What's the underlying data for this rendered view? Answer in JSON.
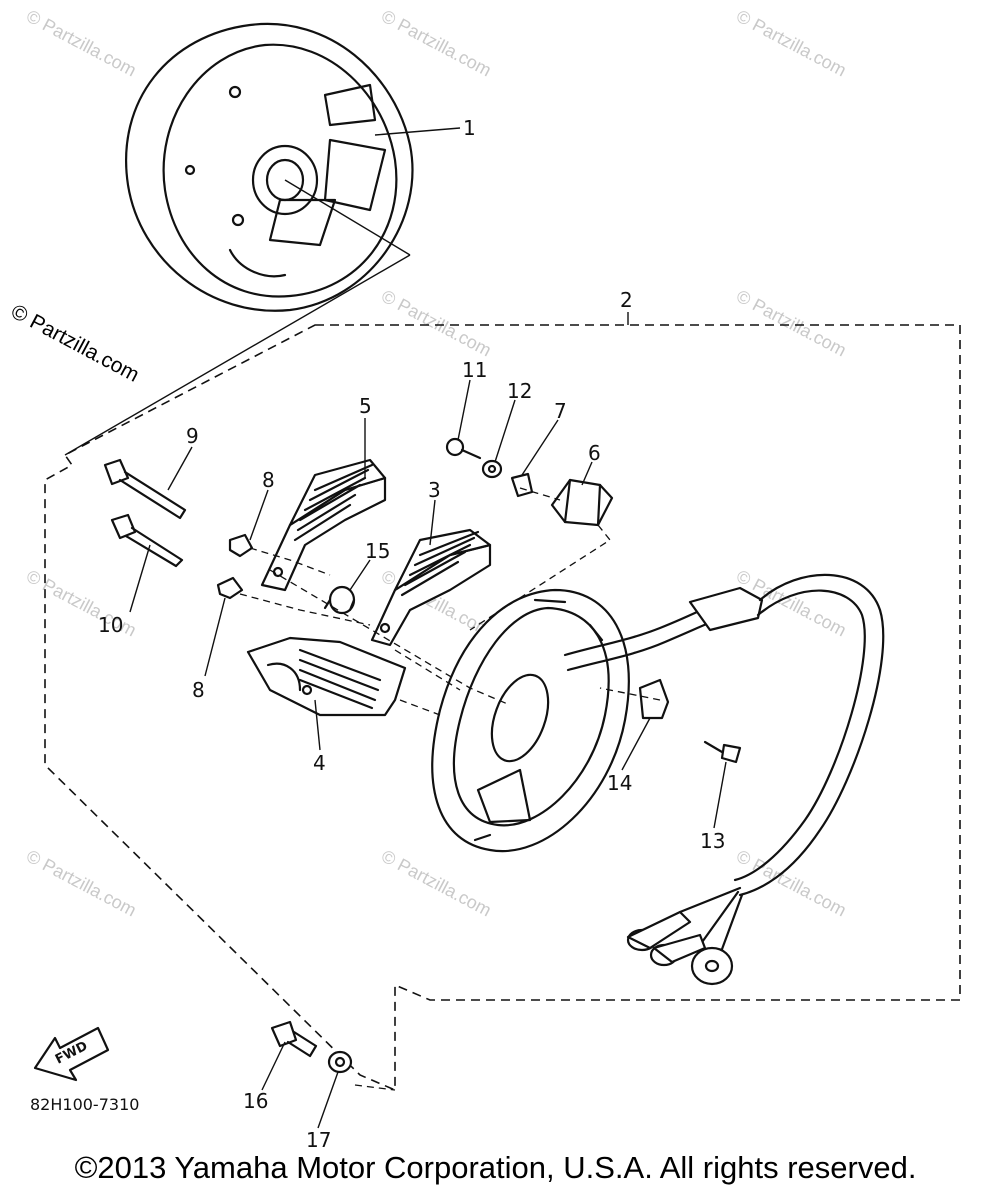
{
  "diagram_code": "82H100-7310",
  "fwd_label": "FWD",
  "copyright": "©2013  Yamaha Motor Corporation, U.S.A. All rights reserved.",
  "side_watermark": "© Partzilla.com",
  "watermark": "© Partzilla.com",
  "callouts": {
    "c1": "1",
    "c2": "2",
    "c3": "3",
    "c4": "4",
    "c5": "5",
    "c6": "6",
    "c7": "7",
    "c8a": "8",
    "c8b": "8",
    "c9": "9",
    "c10": "10",
    "c11": "11",
    "c12": "12",
    "c13": "13",
    "c14": "14",
    "c15": "15",
    "c16": "16",
    "c17": "17"
  }
}
